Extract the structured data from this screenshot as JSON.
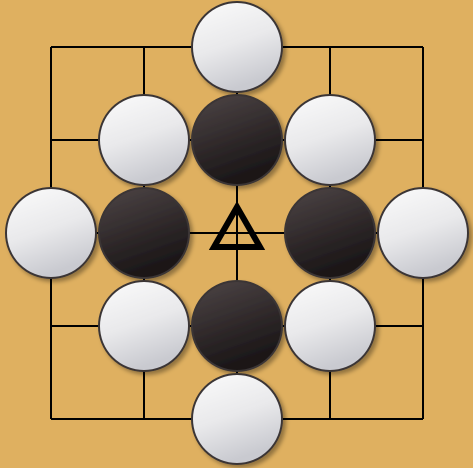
{
  "board": {
    "background_color": "#DFB060",
    "line_color": "#000000",
    "size": 5,
    "stones": [
      {
        "col": 2,
        "row": 0,
        "color": "white"
      },
      {
        "col": 1,
        "row": 1,
        "color": "white"
      },
      {
        "col": 2,
        "row": 1,
        "color": "black"
      },
      {
        "col": 3,
        "row": 1,
        "color": "white"
      },
      {
        "col": 0,
        "row": 2,
        "color": "white"
      },
      {
        "col": 1,
        "row": 2,
        "color": "black"
      },
      {
        "col": 3,
        "row": 2,
        "color": "black"
      },
      {
        "col": 4,
        "row": 2,
        "color": "white"
      },
      {
        "col": 1,
        "row": 3,
        "color": "white"
      },
      {
        "col": 2,
        "row": 3,
        "color": "black"
      },
      {
        "col": 3,
        "row": 3,
        "color": "white"
      },
      {
        "col": 2,
        "row": 4,
        "color": "white"
      }
    ],
    "markers": [
      {
        "col": 2,
        "row": 2,
        "type": "triangle-icon"
      }
    ]
  }
}
